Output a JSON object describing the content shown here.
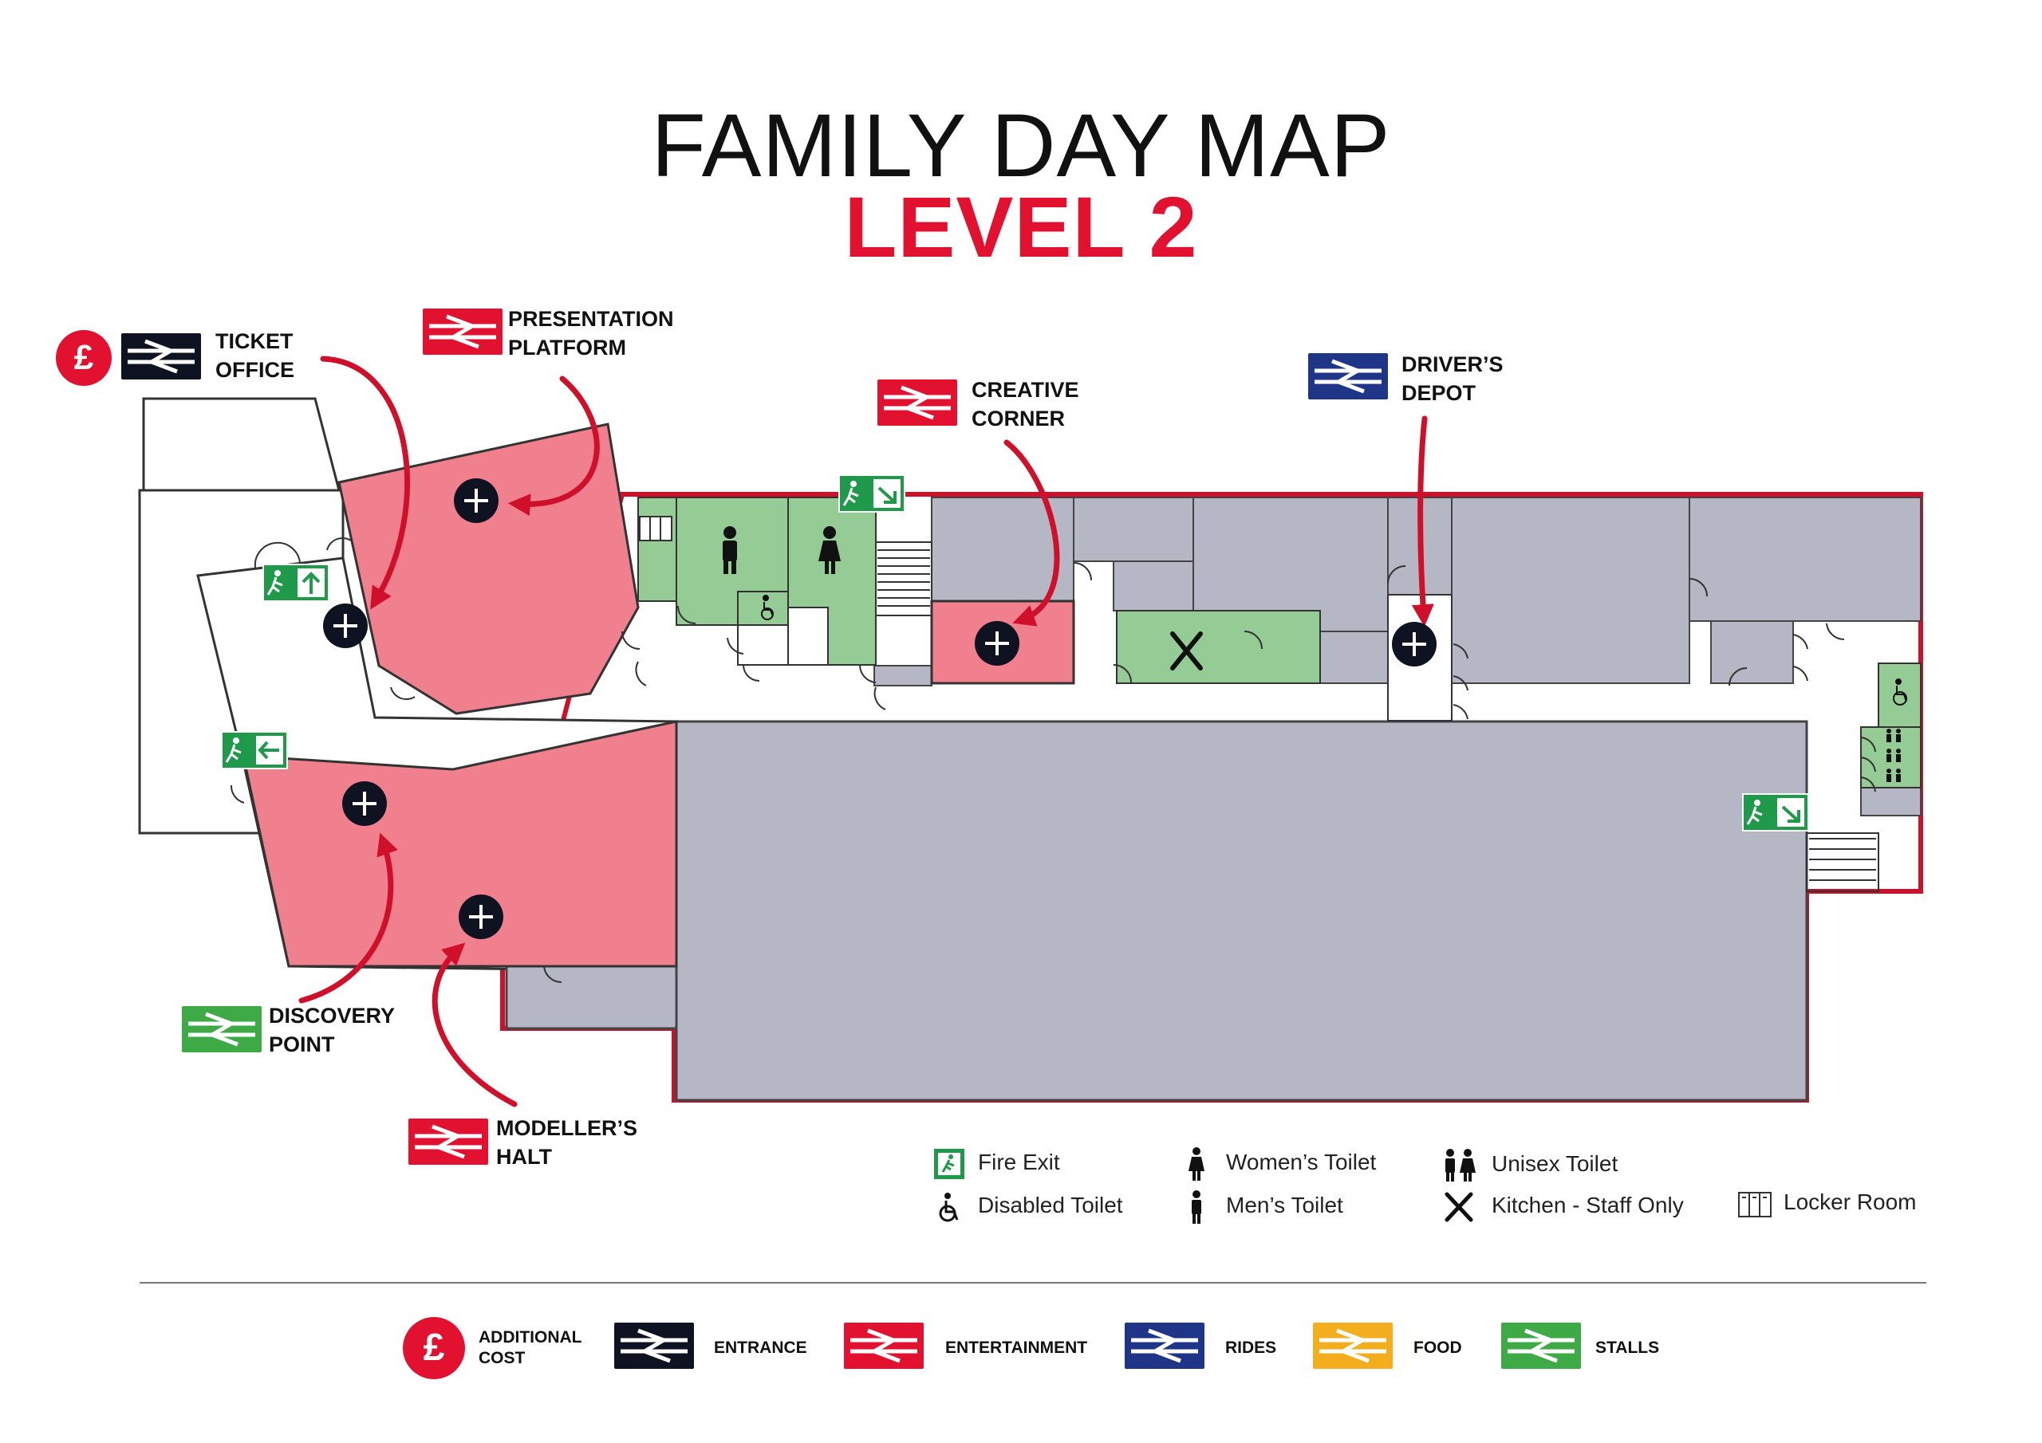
{
  "header": {
    "title": "FAMILY DAY MAP",
    "subtitle": "LEVEL 2"
  },
  "colors": {
    "entertainment": "#e2112f",
    "entertainment_area": "#f0808d",
    "stalls": "#3daa46",
    "stalls_area": "#95cc96",
    "entrance": "#0f1321",
    "rides": "#1f3688",
    "food": "#f2ae1c",
    "closed_area": "#b6b7c4",
    "outline": "#d0102b"
  },
  "callouts": {
    "ticket_office": "TICKET OFFICE",
    "presentation_platform": "PRESENTATION PLATFORM",
    "creative_corner": "CREATIVE CORNER",
    "drivers_depot": "DRIVER’S DEPOT",
    "discovery_point": "DISCOVERY POINT",
    "modellers_halt": "MODELLER’S HALT"
  },
  "icons": {
    "pound": "£",
    "rail_logo": "double-arrow-rail-icon",
    "fire_exit": "running-man-exit-icon",
    "women": "woman-icon",
    "men": "man-icon",
    "disabled": "wheelchair-icon",
    "unisex": "unisex-icon",
    "kitchen": "fork-knife-icon",
    "locker": "locker-icon",
    "marker": "plus-circle-icon"
  },
  "legend": {
    "fire_exit": "Fire Exit",
    "disabled_toilet": "Disabled Toilet",
    "womens_toilet": "Women’s Toilet",
    "mens_toilet": "Men’s Toilet",
    "unisex_toilet": "Unisex Toilet",
    "kitchen": "Kitchen - Staff Only",
    "locker_room": "Locker Room"
  },
  "categories": {
    "additional_cost": "ADDITIONAL COST",
    "entrance": "ENTRANCE",
    "entertainment": "ENTERTAINMENT",
    "rides": "RIDES",
    "food": "FOOD",
    "stalls": "STALLS"
  }
}
